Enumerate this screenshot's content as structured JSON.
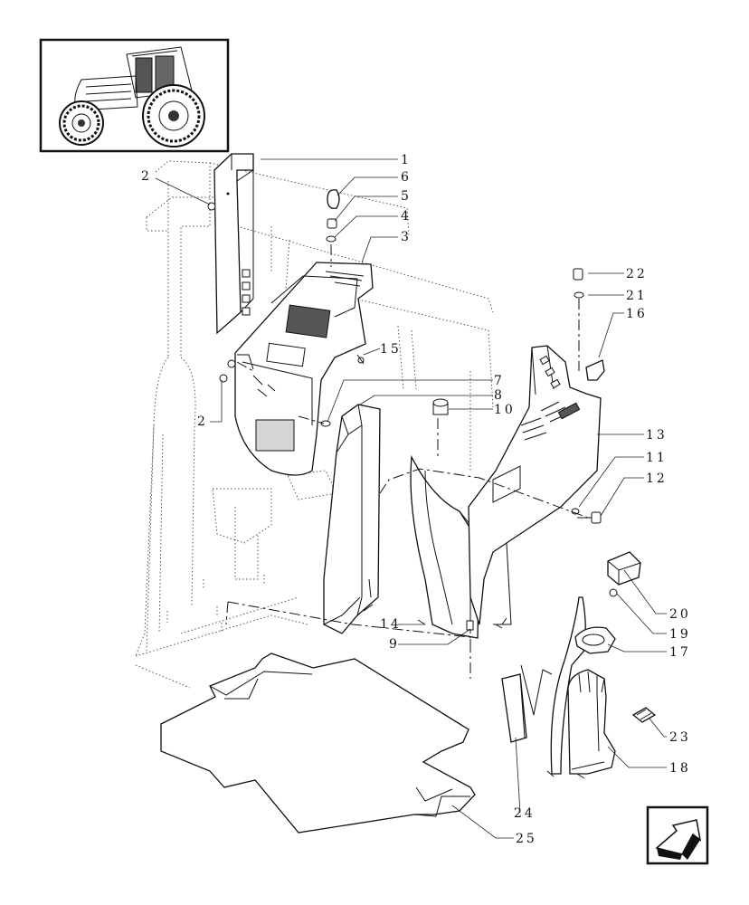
{
  "callouts": [
    "1",
    "2",
    "6",
    "5",
    "4",
    "3",
    "22",
    "21",
    "16",
    "15",
    "7",
    "8",
    "10",
    "2",
    "13",
    "11",
    "12",
    "20",
    "19",
    "17",
    "14",
    "9",
    "23",
    "18",
    "24",
    "25"
  ],
  "colors": {
    "line": "#111111",
    "shade": "#c9c9c9",
    "dark": "#5b5b5b",
    "background": "#ffffff"
  },
  "icons": {
    "thumbnail": "tractor-thumbnail",
    "nav": "back-arrow-icon"
  }
}
